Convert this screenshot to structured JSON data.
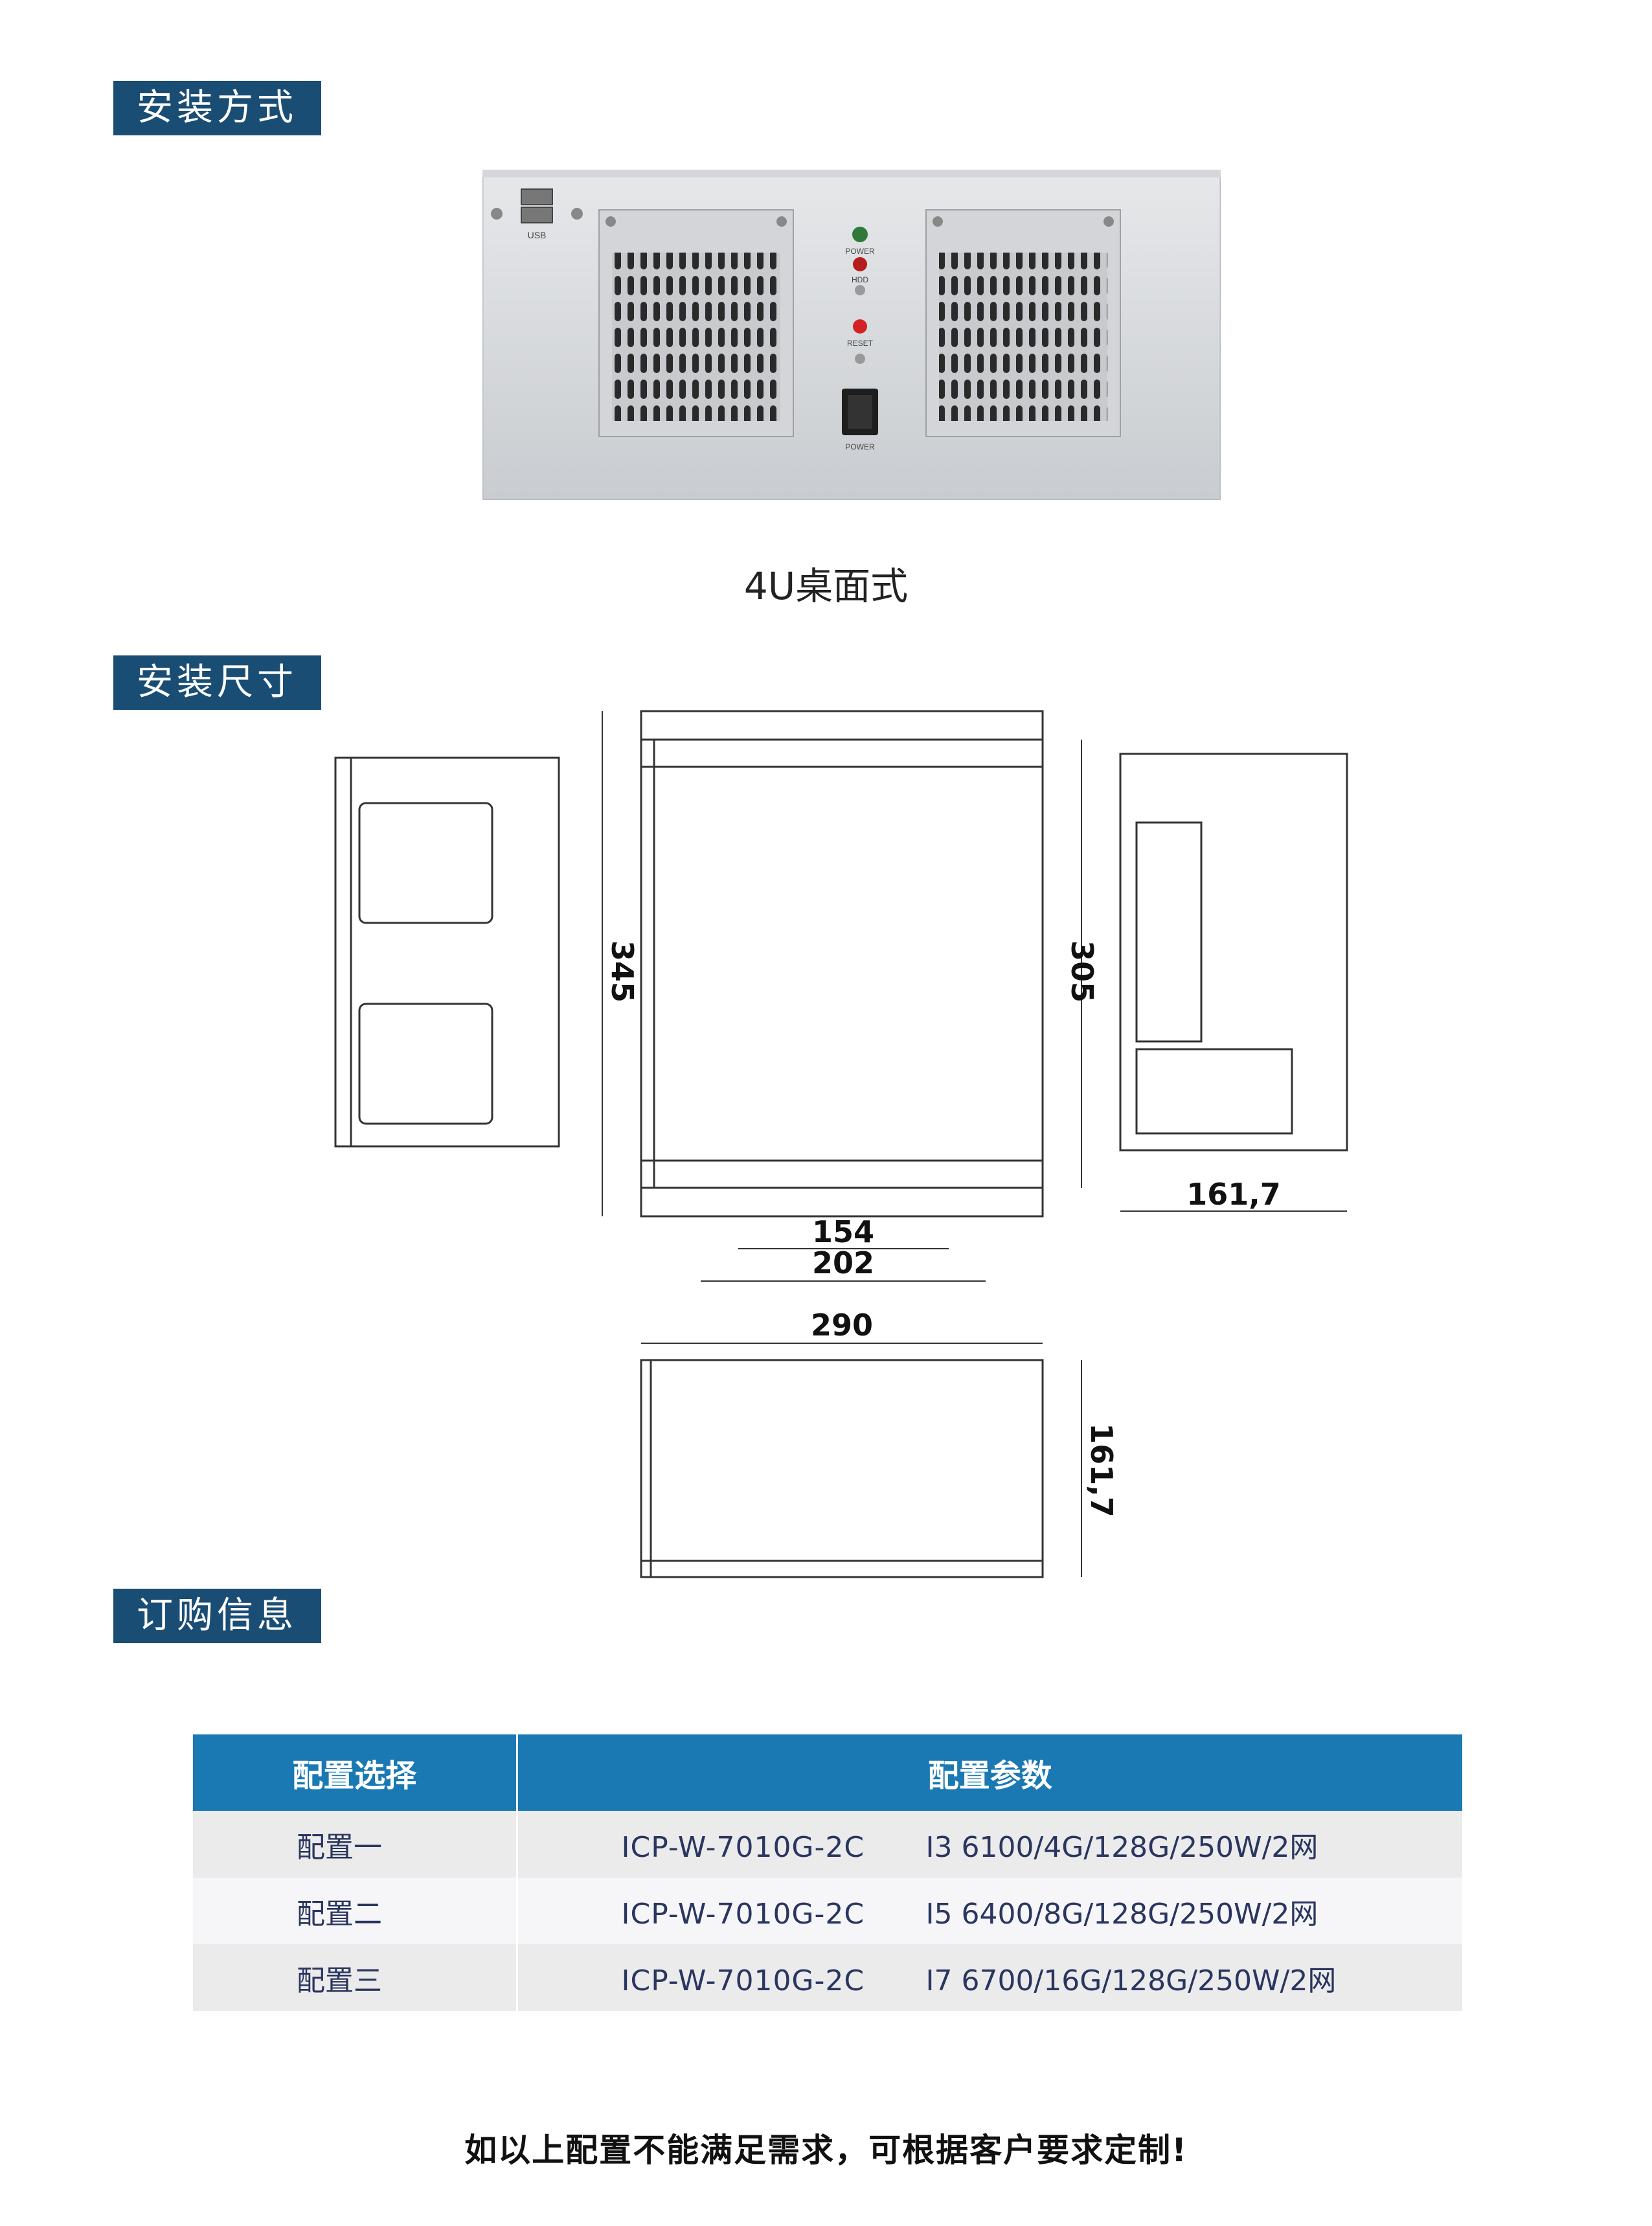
{
  "sections": {
    "install_method": "安装方式",
    "install_size": "安装尺寸",
    "order_info": "订购信息"
  },
  "photo": {
    "caption": "4U桌面式",
    "front_labels": {
      "usb": "USB",
      "power_led": "POWER",
      "hdd_led": "HDD",
      "reset": "RESET",
      "power_switch": "POWER"
    }
  },
  "dimensions": {
    "height": "345",
    "inner_height": "305",
    "depth": "161,7",
    "hole_spacing_inner": "154",
    "hole_spacing_outer": "202",
    "width": "290",
    "bottom_depth": "161,7"
  },
  "table": {
    "headers": [
      "配置选择",
      "配置参数"
    ],
    "rows": [
      {
        "name": "配置一",
        "model": "ICP-W-7010G-2C",
        "spec": "I3 6100/4G/128G/250W/2网"
      },
      {
        "name": "配置二",
        "model": "ICP-W-7010G-2C",
        "spec": "I5 6400/8G/128G/250W/2网"
      },
      {
        "name": "配置三",
        "model": "ICP-W-7010G-2C",
        "spec": "I7 6700/16G/128G/250W/2网"
      }
    ]
  },
  "colors": {
    "badge": "#1a4d74",
    "table_header": "#1a79b2"
  },
  "footer": "如以上配置不能满足需求，可根据客户要求定制!"
}
